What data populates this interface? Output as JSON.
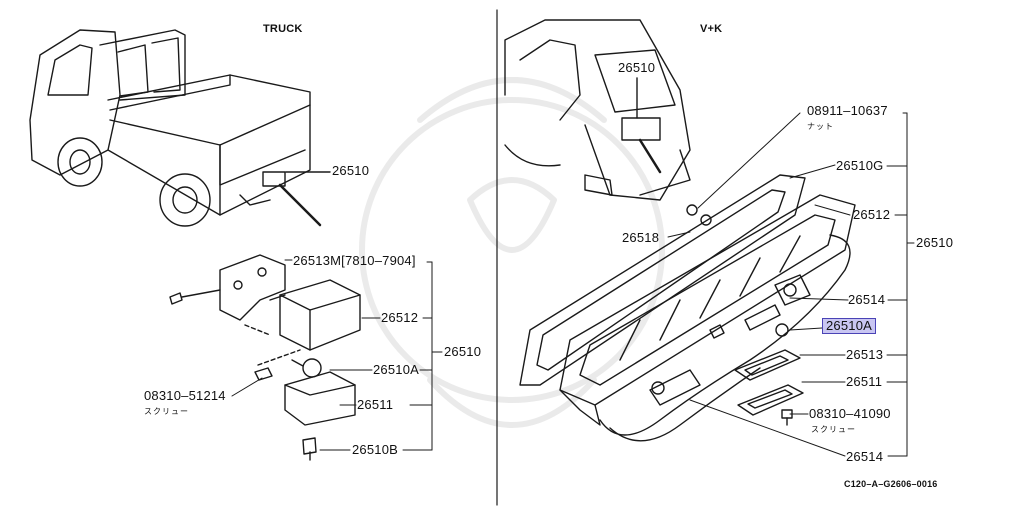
{
  "left_panel": {
    "title": "TRUCK",
    "labels": {
      "p26510": "26510",
      "p26513M": "26513M[7810–7904]",
      "p26512": "26512",
      "p26510_group": "26510",
      "p26510A": "26510A",
      "p08310_51214": "08310–51214",
      "screw_jp": "スクリュー",
      "p26511": "26511",
      "p26510B": "26510B"
    }
  },
  "right_panel": {
    "title": "V+K",
    "labels": {
      "p26510_vehicle": "26510",
      "p08911_10637": "08911–10637",
      "nut_jp": "ナット",
      "p26510G": "26510G",
      "p26512": "26512",
      "p26518": "26518",
      "p26510_group": "26510",
      "p26514_top": "26514",
      "p26510A": "26510A",
      "p26513": "26513",
      "p26511": "26511",
      "p08310_41090": "08310–41090",
      "screw_jp": "スクリュー",
      "p26514_bottom": "26514"
    },
    "highlighted_part": "26510A",
    "highlight_color": "#c9c6f2"
  },
  "diagram_code": "C120–A–G2606–0016"
}
